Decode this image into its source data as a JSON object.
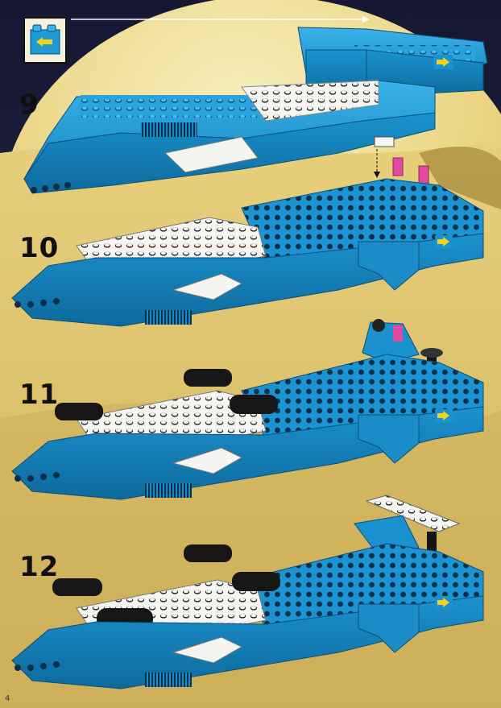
{
  "page": {
    "number": "4"
  },
  "steps": [
    {
      "number": "9"
    },
    {
      "number": "10"
    },
    {
      "number": "11"
    },
    {
      "number": "12"
    }
  ],
  "colors": {
    "sky_top": "#1a1d3a",
    "planet_light": "#f4e9a6",
    "planet_mid": "#e7d27c",
    "ground": "#d9be63",
    "brick_blue": "#1e9ad6",
    "brick_blue_dark": "#0f6fa3",
    "brick_white": "#f4f4f0",
    "brick_black": "#161616",
    "brick_pink": "#e04aa0",
    "arrow_yellow": "#f2d21a"
  },
  "icons": [
    "blue-brick-icon",
    "yellow-arrow-icon",
    "direction-arrow-icon"
  ]
}
